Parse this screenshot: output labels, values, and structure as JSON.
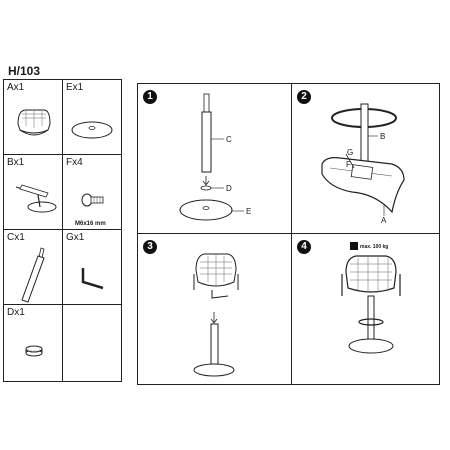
{
  "title": "H/103",
  "parts": [
    {
      "label": "Ax1"
    },
    {
      "label": "Ex1"
    },
    {
      "label": "Bx1"
    },
    {
      "label": "Fx4",
      "note": "M6x16 mm"
    },
    {
      "label": "Cx1"
    },
    {
      "label": "Gx1"
    },
    {
      "label": "Dx1"
    }
  ],
  "steps": [
    {
      "number": "1",
      "callouts": [
        "C",
        "D",
        "E"
      ]
    },
    {
      "number": "2",
      "callouts": [
        "B",
        "G",
        "F",
        "A"
      ]
    },
    {
      "number": "3"
    },
    {
      "number": "4",
      "weight_note": "max. 100 kg"
    }
  ]
}
